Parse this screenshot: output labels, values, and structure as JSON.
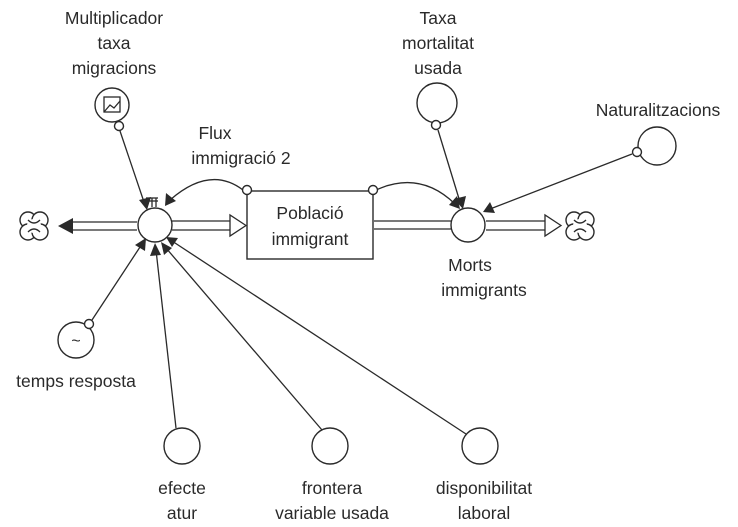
{
  "diagram": {
    "stock": {
      "line1": "Població",
      "line2": "immigrant"
    },
    "inflow": {
      "line1": "Flux",
      "line2": "immigració 2"
    },
    "outflow": {
      "line1": "Morts",
      "line2": "immigrants"
    },
    "multiplicador": {
      "line1": "Multiplicador",
      "line2": "taxa",
      "line3": "migracions"
    },
    "taxa_mortalitat": {
      "line1": "Taxa",
      "line2": "mortalitat",
      "line3": "usada"
    },
    "naturalitzacions": {
      "line1": "Naturalitzacions"
    },
    "temps_resposta": {
      "line1": "temps resposta",
      "symbol": "~"
    },
    "efecte_atur": {
      "line1": "efecte",
      "line2": "atur"
    },
    "frontera": {
      "line1": "frontera",
      "line2": "variable usada"
    },
    "disponibilitat": {
      "line1": "disponibilitat",
      "line2": "laboral"
    },
    "icons": {
      "cloud": "cloud-icon",
      "graph": "graph-lookup-icon",
      "valve": "valve-icon",
      "tilde": "tilde-icon"
    },
    "colors": {
      "ink": "#2a2a2a",
      "background": "#ffffff"
    }
  }
}
